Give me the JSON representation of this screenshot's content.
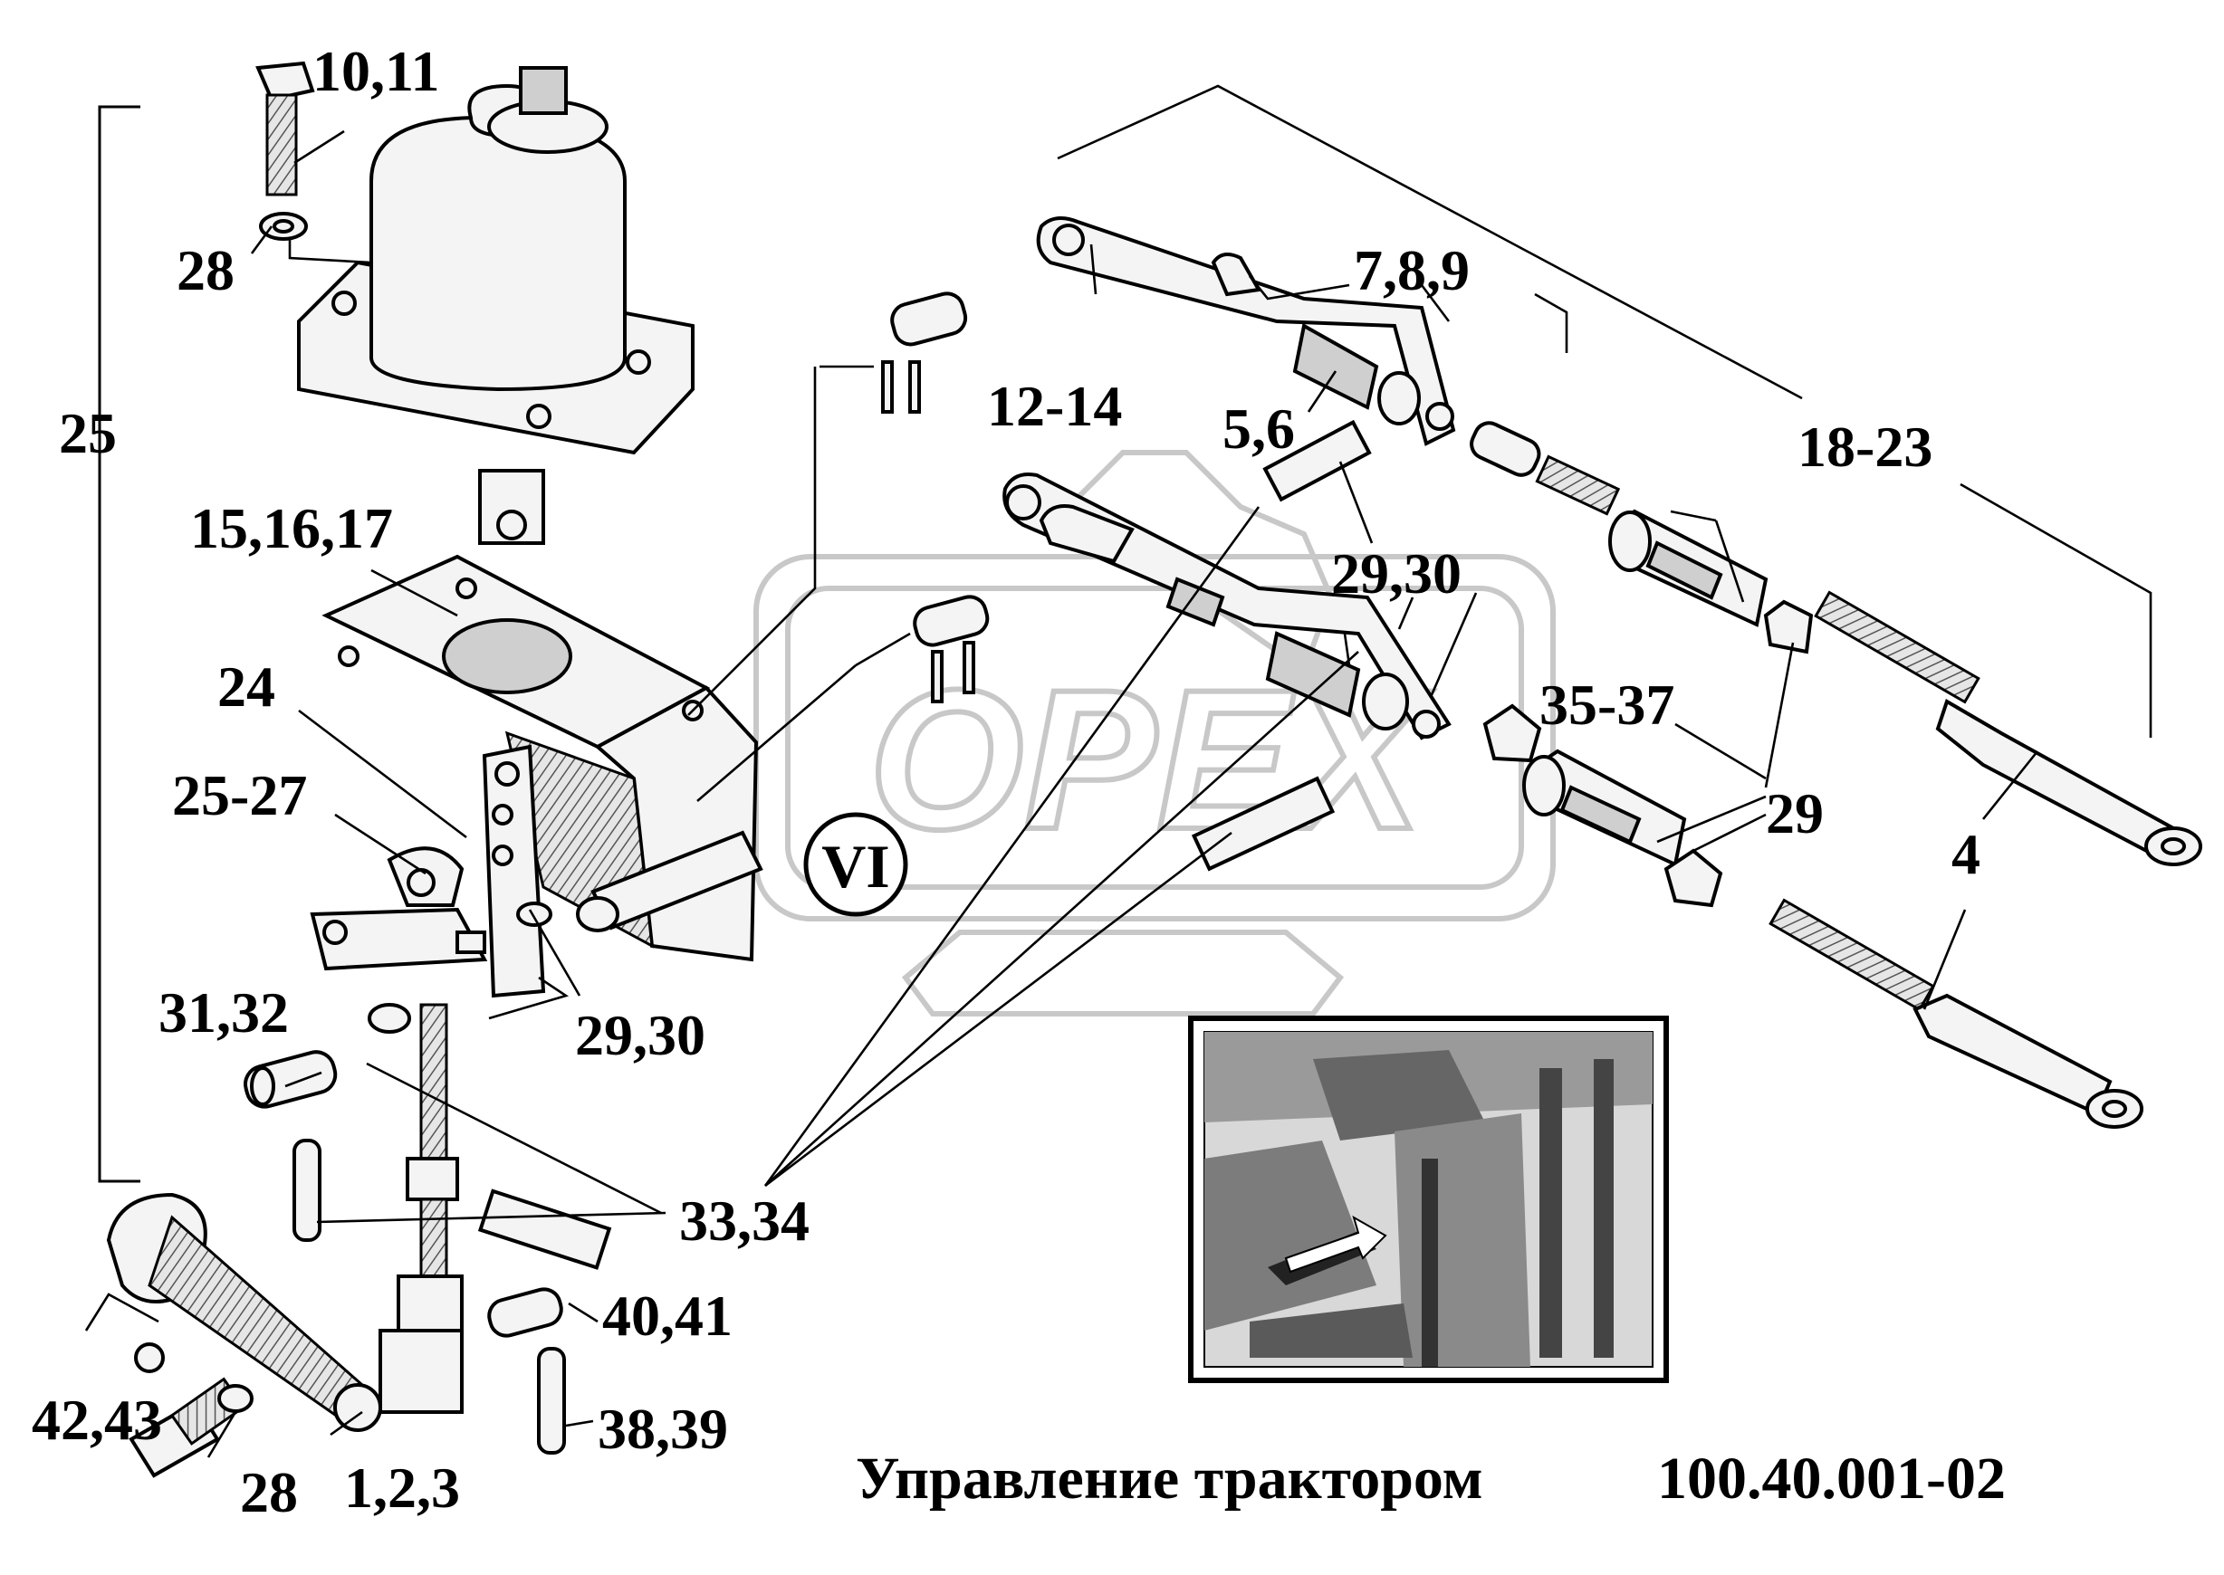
{
  "title": "Управление трактором",
  "code": "100.40.001-02",
  "view_mark": "VI",
  "watermark": "OPEX",
  "callouts": {
    "c_10_11": "10,11",
    "c_28_top": "28",
    "c_25_left": "25",
    "c_15_17": "15,16,17",
    "c_24": "24",
    "c_25_27": "25-27",
    "c_29_30_left": "29,30",
    "c_31_32": "31,32",
    "c_33_34": "33,34",
    "c_40_41": "40,41",
    "c_38_39": "38,39",
    "c_42_43": "42,43",
    "c_28_bottom": "28",
    "c_1_3": "1,2,3",
    "c_12_14": "12-14",
    "c_7_9": "7,8,9",
    "c_5_6": "5,6",
    "c_29_30_mid": "29,30",
    "c_18_23": "18-23",
    "c_35_37": "35-37",
    "c_29": "29",
    "c_4": "4"
  },
  "colors": {
    "ink": "#000000",
    "paper": "#ffffff",
    "watermark": "#c8c8c8"
  }
}
